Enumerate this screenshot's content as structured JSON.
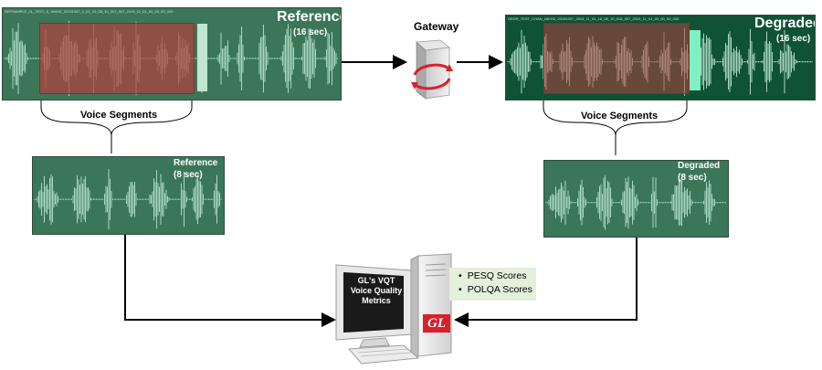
{
  "gateway": {
    "label": "Gateway"
  },
  "reference_full": {
    "title": "Reference",
    "duration": "(16 sec)",
    "file_ticker": "REFSAMPLE_01_TEST_8_16KHZ_20191007_1_01_19_08_10_007_007_2019_11_01_00_00_00_000"
  },
  "degraded_full": {
    "title": "Degraded",
    "duration": "(16 sec)",
    "file_ticker": "DEGR_TEST_CHAN_16KHZ_20191007_2019_11_01_18_08_10_018_007_2019_11_01_00_00_00_000"
  },
  "voice_segments": {
    "left_label": "Voice Segments",
    "right_label": "Voice Segments"
  },
  "reference_segment": {
    "title": "Reference",
    "duration": "(8 sec)"
  },
  "degraded_segment": {
    "title": "Degraded",
    "duration": "(8 sec)"
  },
  "computer": {
    "monitor_lines": [
      "GL's VQT",
      "Voice Quality",
      "Metrics"
    ],
    "logo": "GL"
  },
  "scores": [
    "PESQ Scores",
    "POLQA Scores"
  ],
  "colors": {
    "reference_bg": "#3b7658",
    "degraded_bg": "#0f5234",
    "waveform": "#a9d9c0",
    "segment_highlight": "#b0403f",
    "gateway_arrow": "#d9212b",
    "scores_bg": "#e3f0dc"
  }
}
